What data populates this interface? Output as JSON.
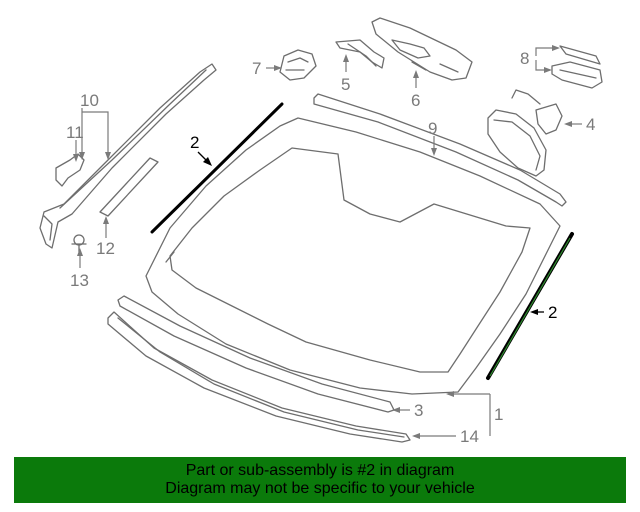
{
  "callouts": {
    "c1": "1",
    "c2a": "2",
    "c2b": "2",
    "c3": "3",
    "c4": "4",
    "c5": "5",
    "c6": "6",
    "c7": "7",
    "c8": "8",
    "c9": "9",
    "c10": "10",
    "c11": "11",
    "c12": "12",
    "c13": "13",
    "c14": "14"
  },
  "highlighted_part": "2",
  "banner": {
    "line1": "Part or sub-assembly is #2 in diagram",
    "line2": "Diagram may not be specific to your vehicle"
  },
  "colors": {
    "banner_bg": "#0b7a0b",
    "highlight": "#000000",
    "parts": "#6e6e6e"
  }
}
